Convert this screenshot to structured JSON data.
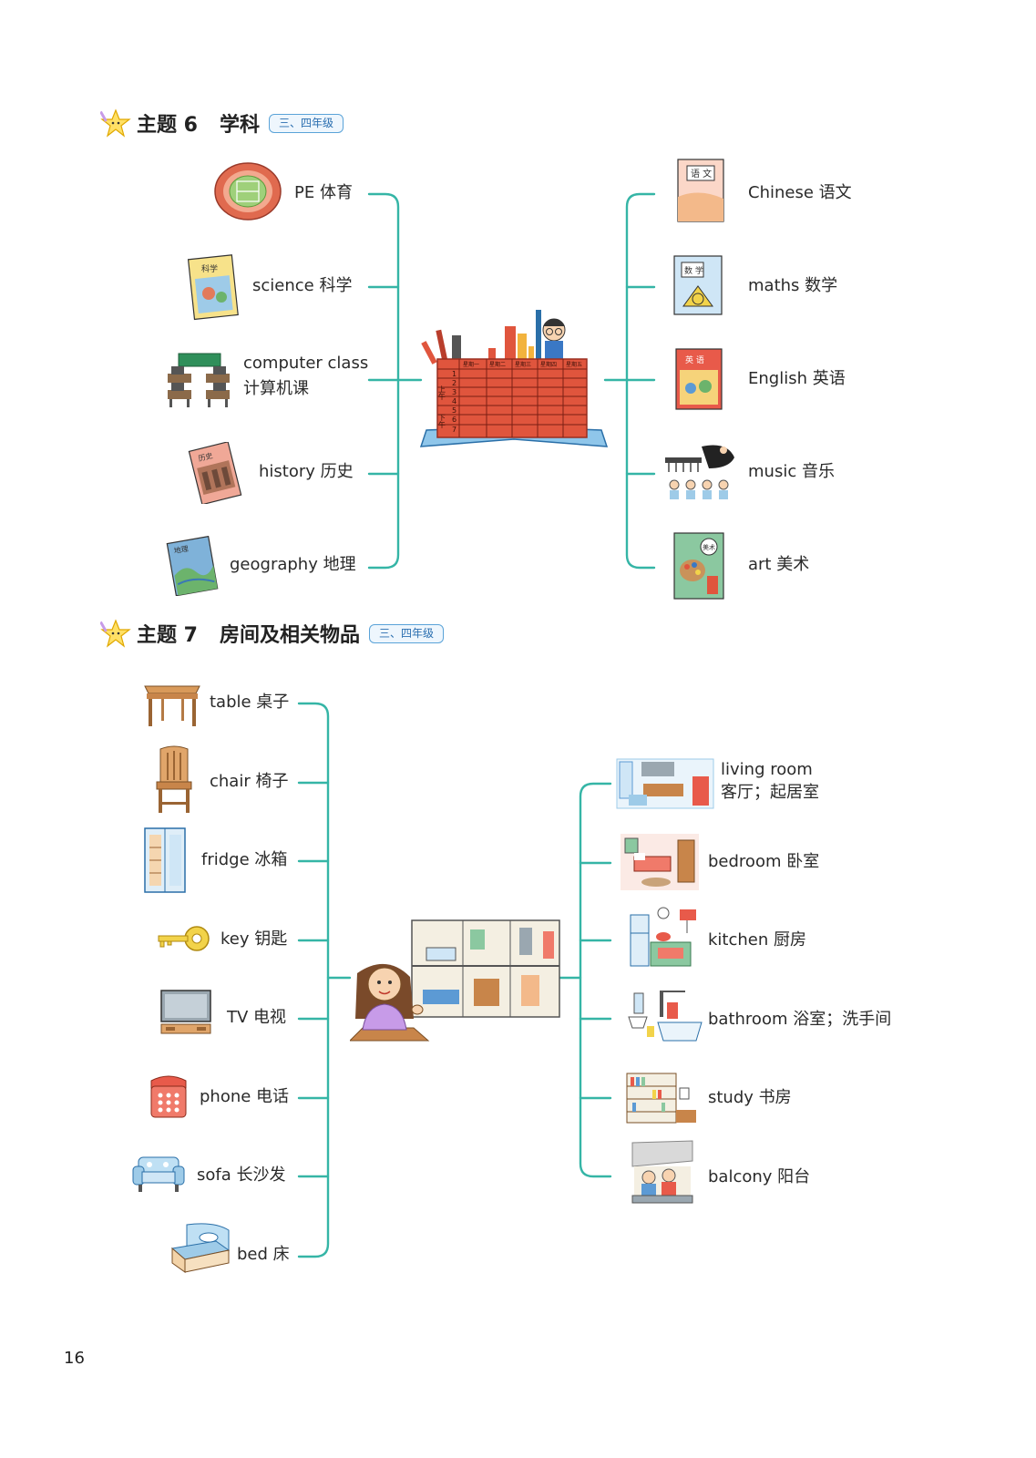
{
  "topic6": {
    "number": "主题 6",
    "title": "学科",
    "grade": "三、四年级",
    "left_items": [
      {
        "label": "PE 体育",
        "icon": "running-track-icon"
      },
      {
        "label": "science 科学",
        "icon": "science-book-icon"
      },
      {
        "label_line1": "computer class",
        "label_line2": "计算机课",
        "icon": "computer-class-icon"
      },
      {
        "label": "history 历史",
        "icon": "history-book-icon"
      },
      {
        "label": "geography 地理",
        "icon": "geography-book-icon"
      }
    ],
    "right_items": [
      {
        "label": "Chinese 语文",
        "icon": "chinese-book-icon"
      },
      {
        "label": "maths 数学",
        "icon": "maths-book-icon"
      },
      {
        "label": "English 英语",
        "icon": "english-book-icon"
      },
      {
        "label": "music 音乐",
        "icon": "music-class-icon"
      },
      {
        "label": "art 美术",
        "icon": "art-book-icon"
      }
    ],
    "timetable": {
      "days": [
        "星期一",
        "星期二",
        "星期三",
        "星期四",
        "星期五"
      ],
      "periods": [
        "1",
        "2",
        "3",
        "4",
        "5",
        "6",
        "7"
      ],
      "morning": "上午",
      "afternoon": "下午"
    }
  },
  "topic7": {
    "number": "主题 7",
    "title": "房间及相关物品",
    "grade": "三、四年级",
    "left_items": [
      {
        "label": "table 桌子",
        "icon": "table-icon"
      },
      {
        "label": "chair 椅子",
        "icon": "chair-icon"
      },
      {
        "label": "fridge 冰箱",
        "icon": "fridge-icon"
      },
      {
        "label": "key 钥匙",
        "icon": "key-icon"
      },
      {
        "label": "TV 电视",
        "icon": "tv-icon"
      },
      {
        "label": "phone 电话",
        "icon": "phone-icon"
      },
      {
        "label": "sofa 长沙发",
        "icon": "sofa-icon"
      },
      {
        "label": "bed 床",
        "icon": "bed-icon"
      }
    ],
    "right_items": [
      {
        "label_line1": "living room",
        "label_line2": "客厅；起居室",
        "icon": "living-room-icon"
      },
      {
        "label": "bedroom 卧室",
        "icon": "bedroom-icon"
      },
      {
        "label": "kitchen 厨房",
        "icon": "kitchen-icon"
      },
      {
        "label": "bathroom 浴室；洗手间",
        "icon": "bathroom-icon"
      },
      {
        "label": "study 书房",
        "icon": "study-icon"
      },
      {
        "label": "balcony 阳台",
        "icon": "balcony-icon"
      }
    ]
  },
  "page_number": "16",
  "colors": {
    "connector": "#35b5a6",
    "badge": "#5aa3d8",
    "timetable": "#e0553d"
  }
}
